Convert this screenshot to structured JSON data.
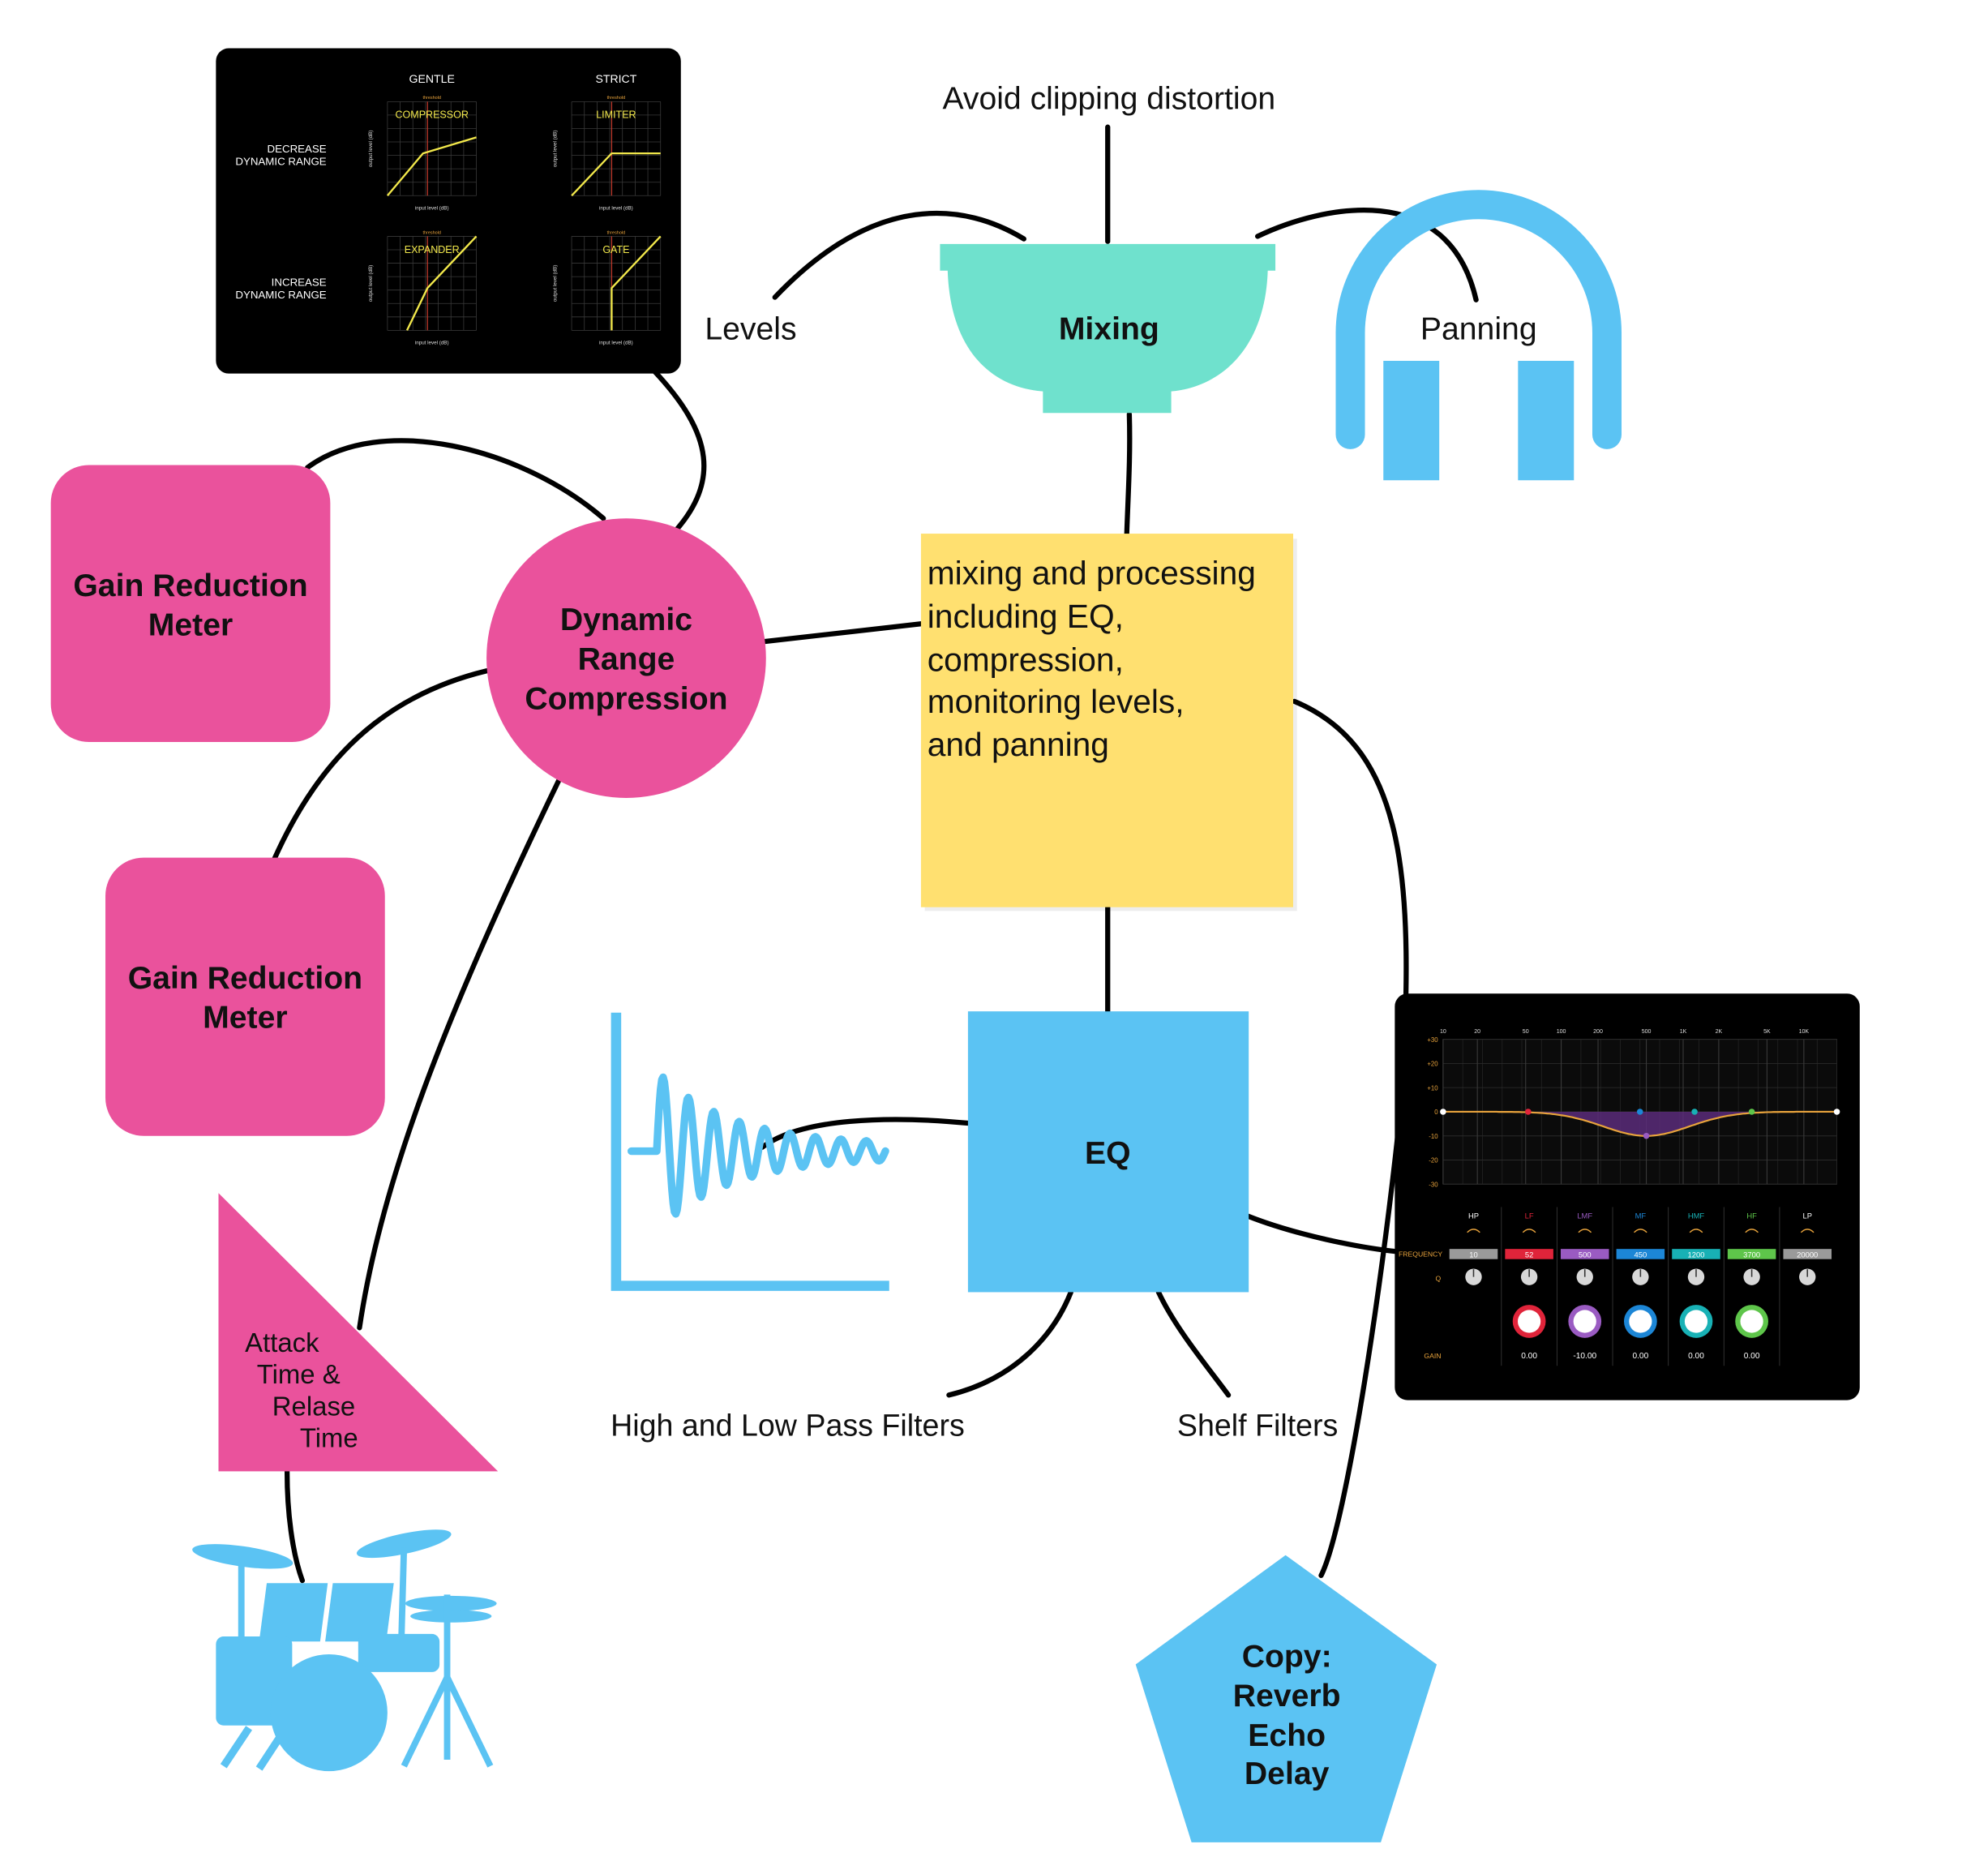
{
  "colors": {
    "pink": "#EA529C",
    "blue": "#5BC3F3",
    "mint": "#6FE1CD",
    "sticky": "#FFE070",
    "panel": "#000000",
    "eq_curve": "#E8A33C",
    "eq_fill": "#5A2C7A"
  },
  "topics": {
    "mixing": "Mixing",
    "avoid_clipping": "Avoid clipping distortion",
    "levels": "Levels",
    "panning": "Panning",
    "drc": [
      "Dynamic",
      "Range",
      "Compression"
    ],
    "grm1": [
      "Gain Reduction",
      "Meter"
    ],
    "grm2": [
      "Gain Reduction",
      "Meter"
    ],
    "attack": [
      "Attack",
      "Time &",
      "Relase",
      "Time"
    ],
    "eq": "EQ",
    "hlpf": "High and Low Pass Filters",
    "shelf": "Shelf Filters",
    "copy": [
      "Copy:",
      "Reverb",
      "Echo",
      "Delay"
    ]
  },
  "sticky_note": [
    "mixing and processing",
    "including EQ,",
    "compression,",
    "monitoring levels,",
    "and panning"
  ],
  "dynamics_panel": {
    "col_gentle": "GENTLE",
    "col_strict": "STRICT",
    "row_decrease": [
      "DECREASE",
      "DYNAMIC RANGE"
    ],
    "row_increase": [
      "INCREASE",
      "DYNAMIC RANGE"
    ],
    "graphs": [
      "COMPRESSOR",
      "LIMITER",
      "EXPANDER",
      "GATE"
    ],
    "threshold": "threshold",
    "xlabel": "input level (dB)",
    "ylabel": "output level (dB)"
  },
  "eq_panel": {
    "freq_ticks": [
      "10",
      "20",
      "50",
      "100",
      "200",
      "500",
      "1K",
      "2K",
      "5K",
      "10K"
    ],
    "gain_ticks": [
      "+30",
      "+20",
      "+10",
      "0",
      "-10",
      "-20",
      "-30"
    ],
    "row_frequency": "FREQUENCY",
    "row_q": "Q",
    "row_gain": "GAIN",
    "bands": [
      {
        "name": "HP",
        "freq": "10",
        "color": "#9A9A9A",
        "gain": ""
      },
      {
        "name": "LF",
        "freq": "52",
        "color": "#E0243A",
        "gain": "0.00"
      },
      {
        "name": "LMF",
        "freq": "500",
        "color": "#9A5BC2",
        "gain": "-10.00"
      },
      {
        "name": "MF",
        "freq": "450",
        "color": "#1C86D6",
        "gain": "0.00"
      },
      {
        "name": "HMF",
        "freq": "1200",
        "color": "#18B1B5",
        "gain": "0.00"
      },
      {
        "name": "HF",
        "freq": "3700",
        "color": "#5EC54A",
        "gain": "0.00"
      },
      {
        "name": "LP",
        "freq": "20000",
        "color": "#9A9A9A",
        "gain": ""
      }
    ]
  }
}
